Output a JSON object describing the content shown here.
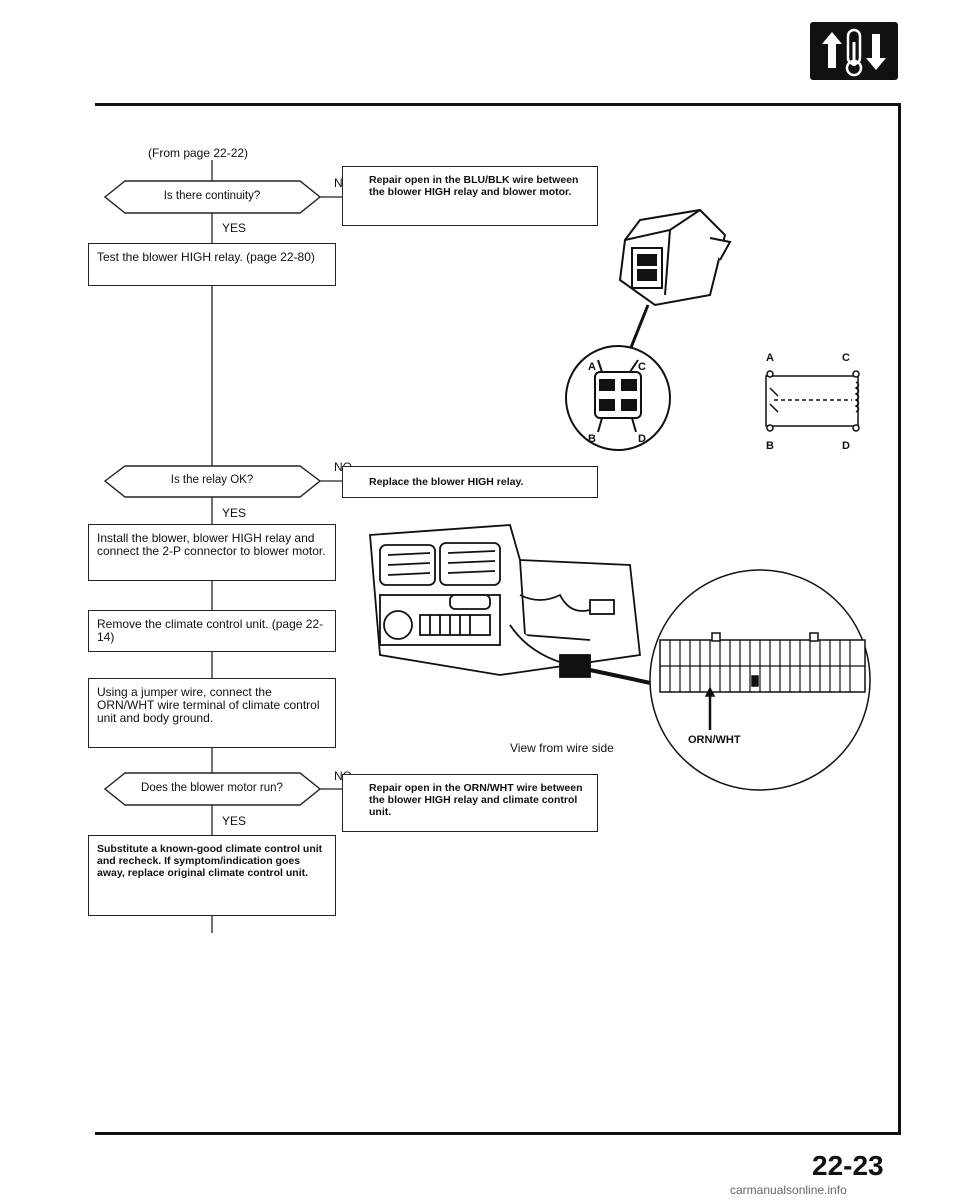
{
  "page_number": "22-23",
  "footer_watermark": "carmanualsonline.info",
  "header_icon": "blower-temperature-section-icon",
  "flow": {
    "from_page": "(From page 22-22)",
    "decision1": "Is there continuity?",
    "no1": "NO",
    "repair1": "Repair open in the BLU/BLK wire between the blower HIGH relay and blower motor.",
    "yes1": "YES",
    "step1": "Test the blower HIGH relay. (page 22-80)",
    "decision2": "Is the relay OK?",
    "no2": "NO",
    "repair2": "Replace the blower HIGH relay.",
    "yes2": "YES",
    "step2": "Install the blower, blower HIGH relay and connect the 2-P connector to blower motor.",
    "step3": "Remove the climate control unit. (page 22-14)",
    "step4": "Using a jumper wire, connect the ORN/WHT wire terminal of climate control unit and body ground.",
    "decision3": "Does the blower motor run?",
    "no3": "NO",
    "repair3": "Repair open in the ORN/WHT wire between the blower HIGH relay and climate control unit.",
    "yes3": "YES",
    "final": "Substitute a known-good climate control unit and recheck. If symptom/indication goes away, replace original climate control unit."
  },
  "relay_diagram": {
    "a": "A",
    "b": "B",
    "c": "C",
    "d": "D"
  },
  "connector_diagram": {
    "wire_label": "ORN/WHT",
    "view_label": "View from wire side"
  }
}
